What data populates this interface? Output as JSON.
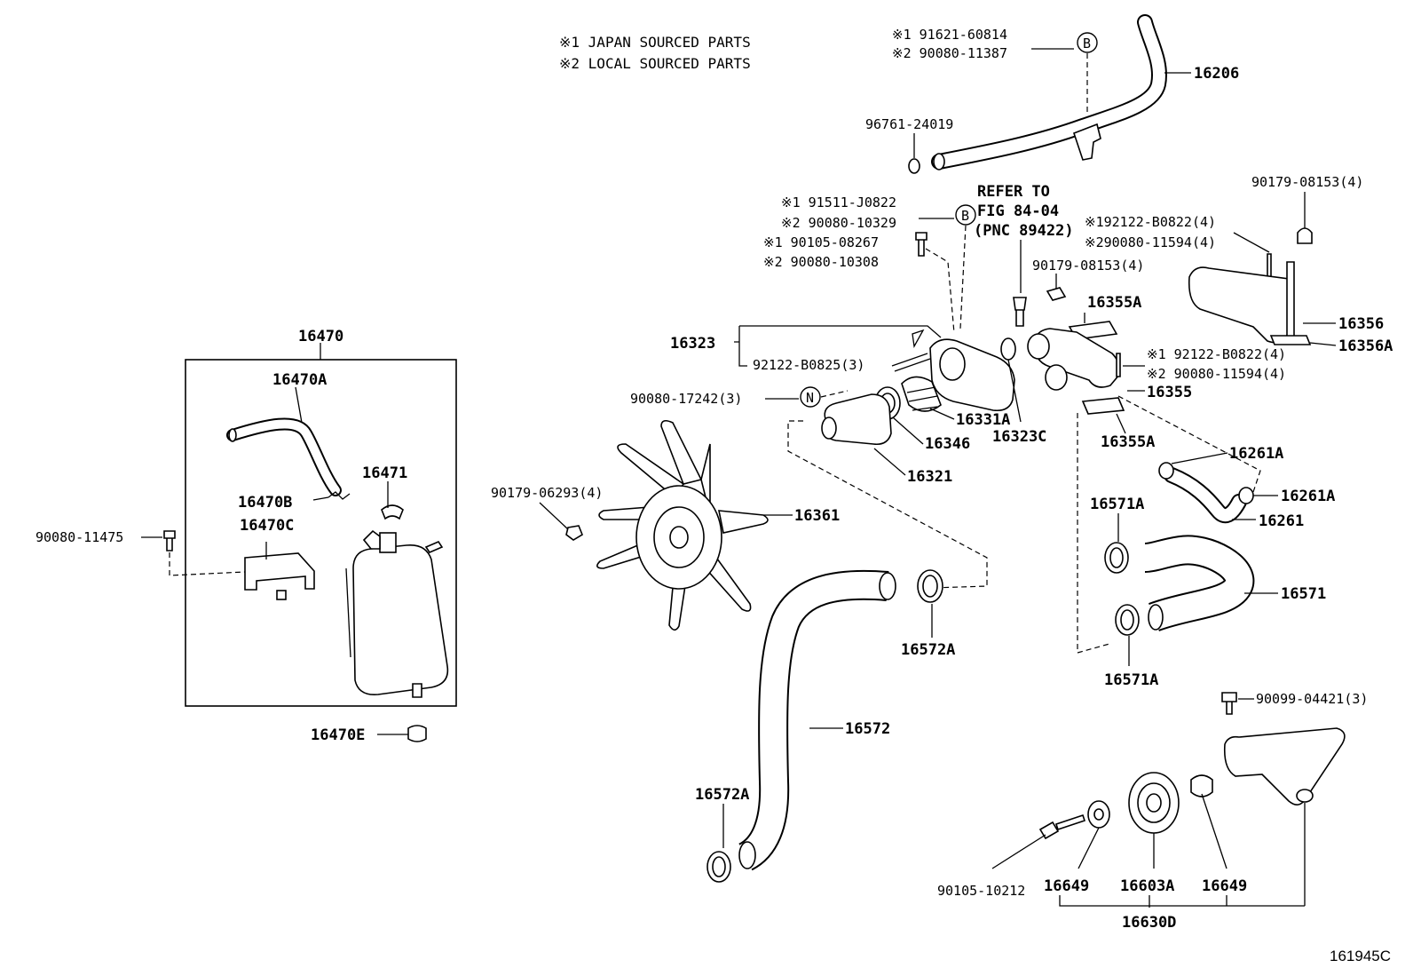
{
  "notes": {
    "line1": "※1 JAPAN SOURCED PARTS",
    "line2": "※2 LOCAL SOURCED PARTS"
  },
  "refer": {
    "line1": "REFER TO",
    "line2": "FIG 84-04",
    "line3": "(PNC 89422)"
  },
  "figure_id": "161945C",
  "badges": {
    "b": "B",
    "n": "N"
  },
  "labels": {
    "p16470": "16470",
    "p16470A": "16470A",
    "p16471": "16471",
    "p16470B": "16470B",
    "p16470C": "16470C",
    "p90080_11475": "90080-11475",
    "p16470E": "16470E",
    "p91621_line": "※1 91621-60814",
    "p90080_11387_line": "※2 90080-11387",
    "p16206": "16206",
    "p96761": "96761-24019",
    "p91511_line": "※1 91511-J0822",
    "p90080_10329_line": "※2 90080-10329",
    "p90105_08267_line": "※1 90105-08267",
    "p90080_10308_line": "※2 90080-10308",
    "p92122_B0822_top": "※192122-B0822(4)",
    "p90080_11594_top": "※290080-11594(4)",
    "p90179_08153_a": "90179-08153(4)",
    "p90179_08153_b": "90179-08153(4)",
    "p16355A_top": "16355A",
    "p16356": "16356",
    "p16356A": "16356A",
    "p92122_B0822_mid": "※1 92122-B0822(4)",
    "p90080_11594_mid": "※2 90080-11594(4)",
    "p16355": "16355",
    "p16355A_bot": "16355A",
    "p16323": "16323",
    "p92122_B0825": "92122-B0825(3)",
    "p90080_17242": "90080-17242(3)",
    "p16331A": "16331A",
    "p16323C": "16323C",
    "p16346": "16346",
    "p16321": "16321",
    "p16261A_a": "16261A",
    "p16261A_b": "16261A",
    "p16261": "16261",
    "p90179_06293": "90179-06293(4)",
    "p16361": "16361",
    "p16571A_top": "16571A",
    "p16571": "16571",
    "p16571A_bot": "16571A",
    "p16572A_right": "16572A",
    "p16572": "16572",
    "p16572A_left": "16572A",
    "p90099_04421": "90099-04421(3)",
    "p90105_10212": "90105-10212",
    "p16649_a": "16649",
    "p16603A": "16603A",
    "p16649_b": "16649",
    "p16630D": "16630D"
  }
}
